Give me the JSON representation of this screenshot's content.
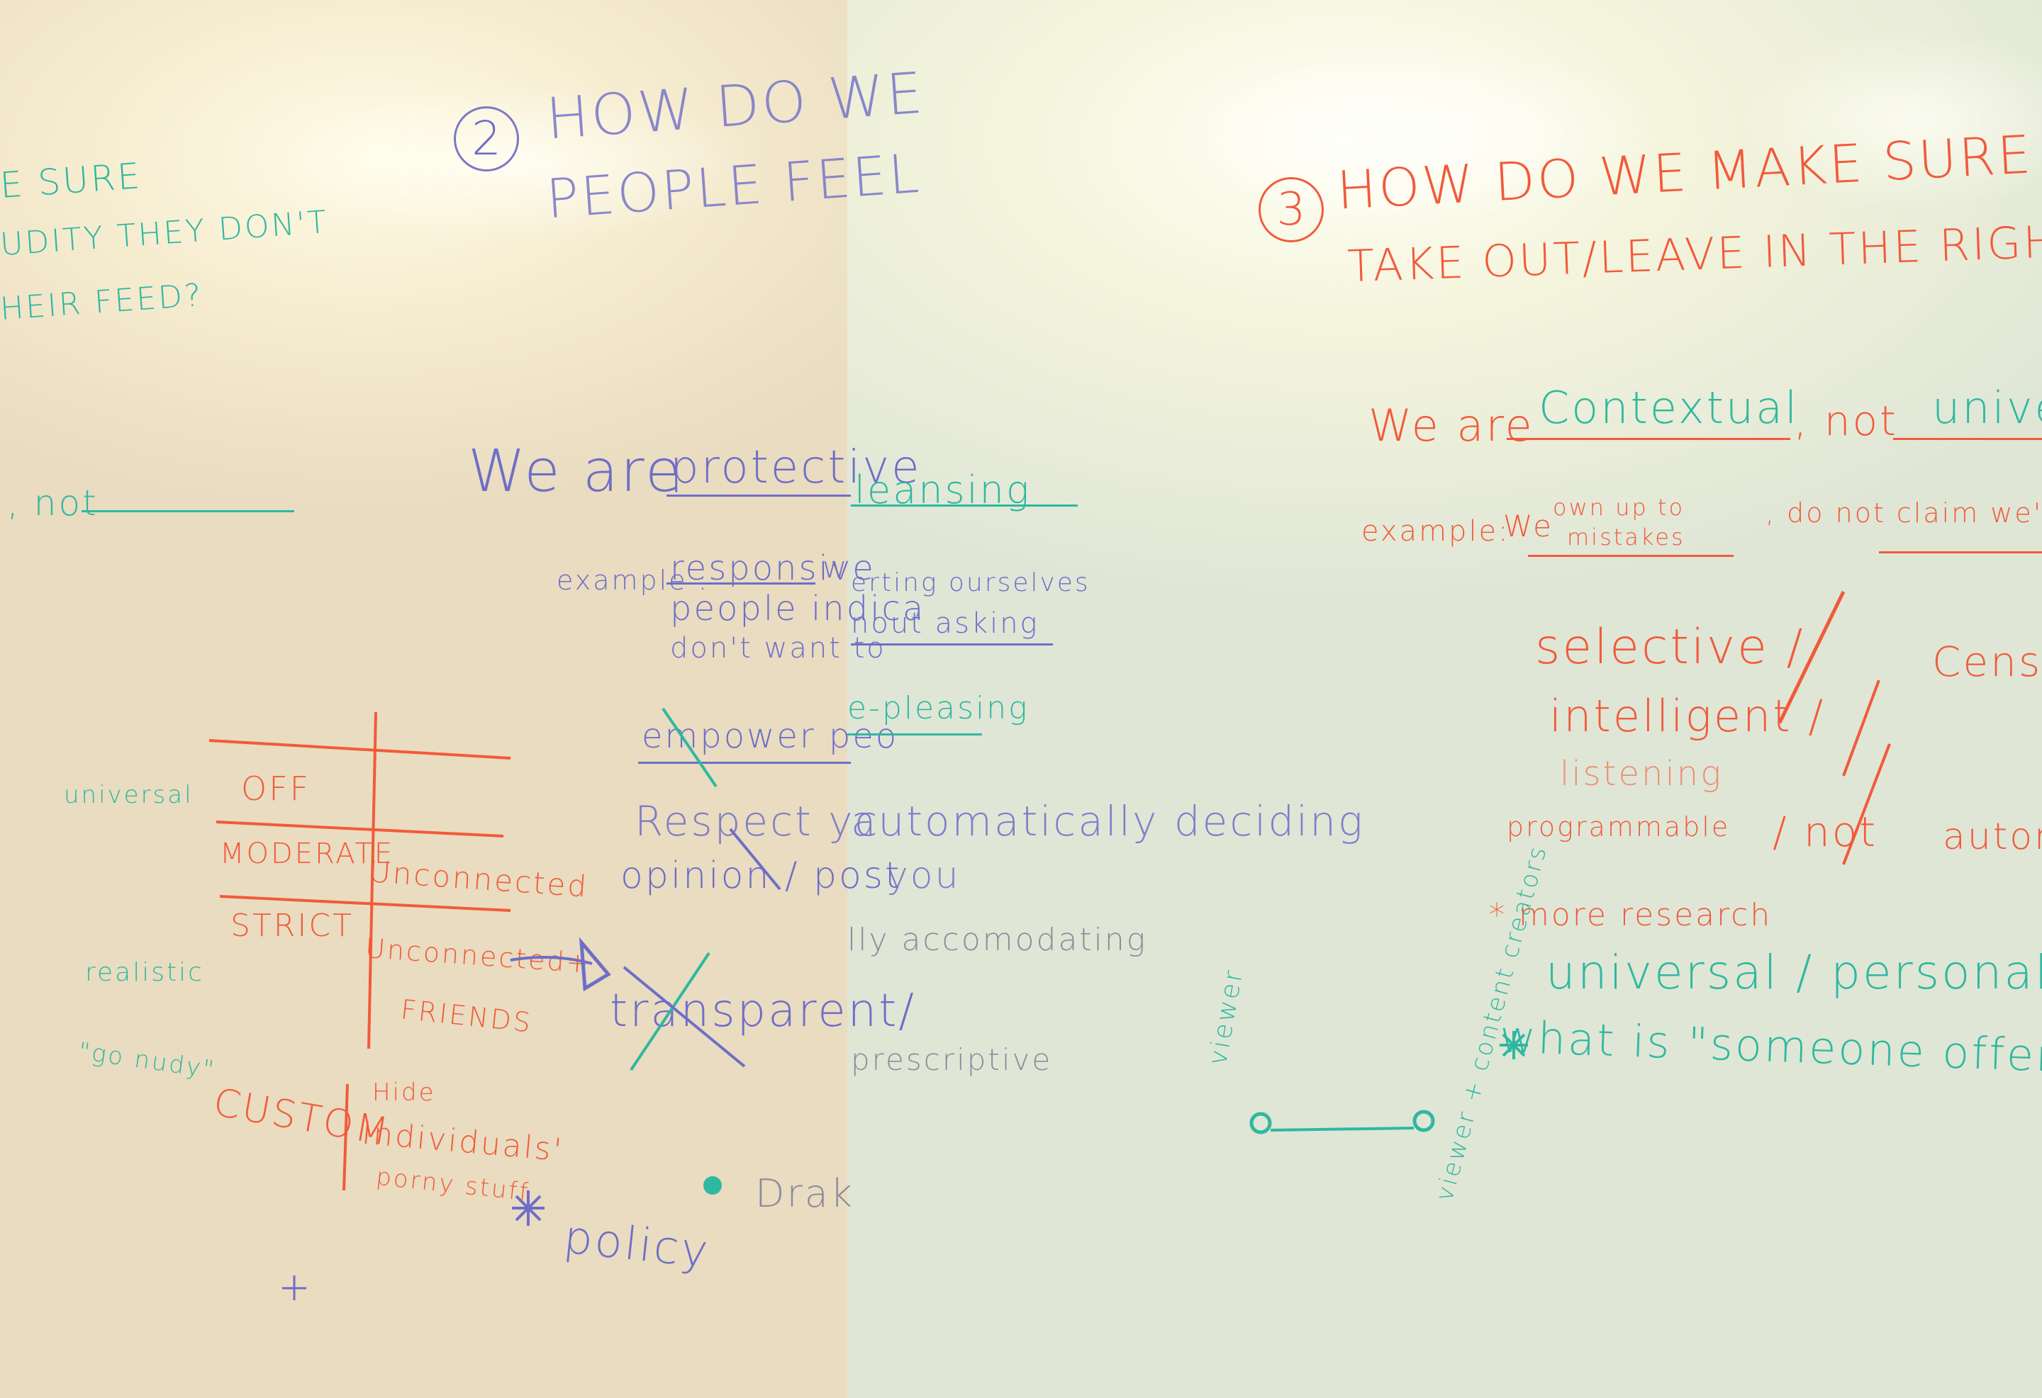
{
  "left_fragments": {
    "frag1": "E SURE",
    "frag2": "UDITY THEY DON'T",
    "frag3": "HEIR FEED?",
    "frag4": ", not"
  },
  "section2": {
    "number": "2",
    "title_line1": "HOW DO WE",
    "title_line2": "PEOPLE FEEL",
    "we_are": "We are",
    "protective": "protective",
    "cleansing": "leansing",
    "example_label": "example :",
    "example_1": "responsive",
    "example_1b": "w",
    "example_2": "people indica",
    "example_3": "don't want to",
    "asserting": "erting ourselves",
    "without_asking": "nout asking",
    "empower": "empower peo",
    "people_pleasing": "e-pleasing",
    "respect": "Respect yc",
    "auto_deciding": "automatically deciding",
    "opinion": "opinion / post",
    "you": "you",
    "accomodating": "lly accomodating",
    "transparent": "transparent/",
    "prescriptive": "prescriptive",
    "drake": "Drak",
    "policy": "policy"
  },
  "settings_table": {
    "universal": "universal",
    "realistic": "realistic",
    "go_nudy": "\"go nudy\"",
    "off": "OFF",
    "moderate": "MODERATE",
    "strict": "STRICT",
    "unconnected": "Unconnected",
    "unconnected_friends_1": "Unconnected+",
    "unconnected_friends_2": "FRIENDS",
    "custom": "CUSTOM",
    "hide": "Hide",
    "individuals": "Individuals'",
    "porny": "porny stuff"
  },
  "section3": {
    "number": "3",
    "title_line1": "HOW DO WE MAKE SURE T",
    "title_line2": "TAKE OUT/LEAVE IN THE RIGHT CO",
    "we_are": "We are",
    "contextual": "Contextual",
    "not": ", not",
    "universal": "unive",
    "example_label": "example:",
    "example_we": "We",
    "own_up": "own up to",
    "mistakes": "mistakes",
    "do_not_claim": ", do not claim we'r",
    "selective": "selective /",
    "intelligent": "intelligent /",
    "listening": "listening",
    "censo": "Censo",
    "programmable": "programmable",
    "not_auto": "/ not",
    "autom": "autom",
    "more_research": "* more research",
    "universal_personalized": "universal / personalize",
    "what_is": "what is \"someone offensiv",
    "viewer": "viewer",
    "viewer_creators": "viewer + content creators"
  },
  "colors": {
    "red_marker": "#f25a3a",
    "blue_marker": "#6e6ec8",
    "teal_marker": "#2fb8a0",
    "grey_marker": "#8c8c9c"
  }
}
